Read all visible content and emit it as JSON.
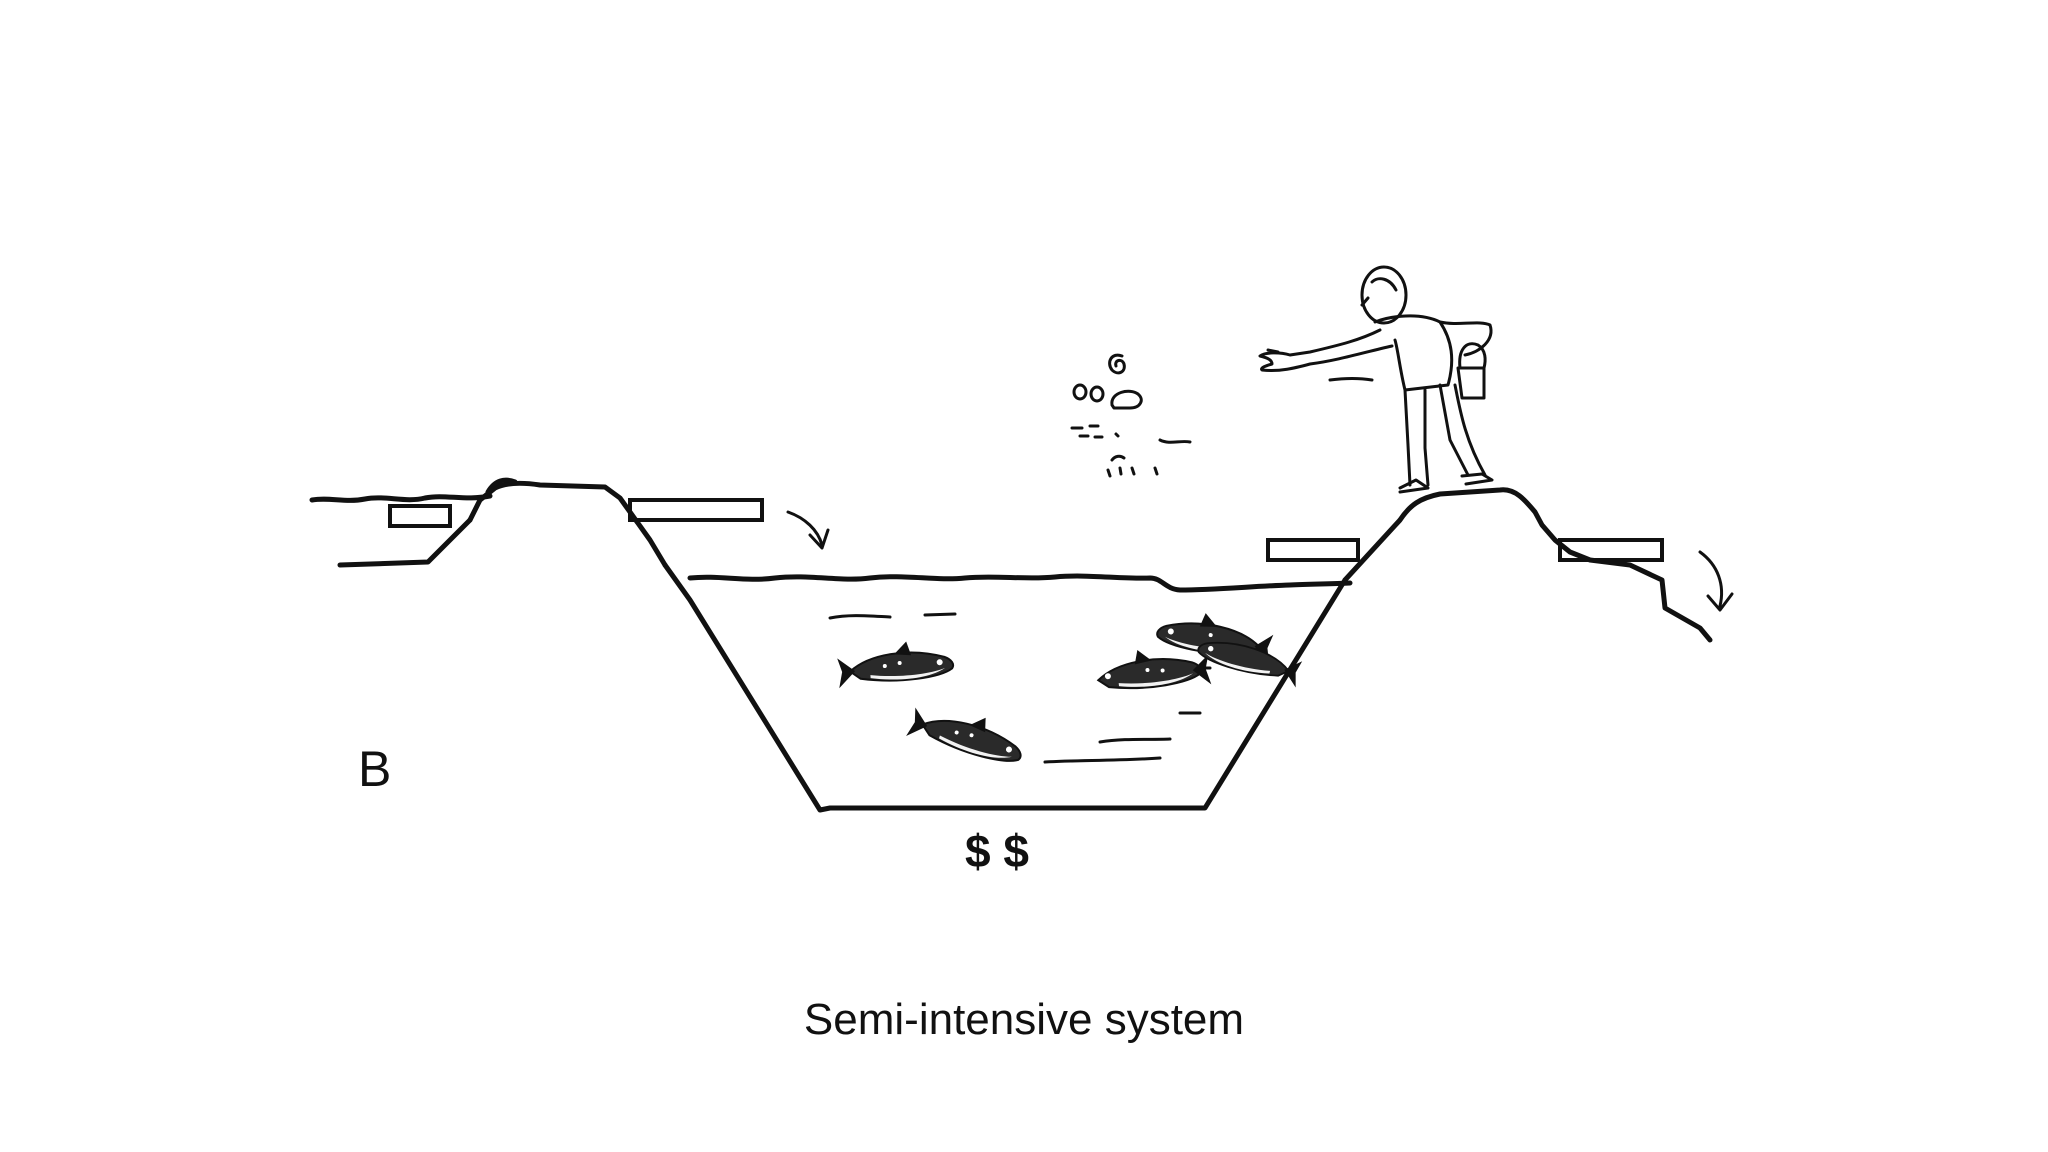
{
  "diagram": {
    "panel_letter": "B",
    "cost_label": "$ $",
    "caption": "Semi-intensive system",
    "elements": [
      "pond",
      "dike-left",
      "dike-right",
      "inlet-pipe",
      "outlet-pipe",
      "fish",
      "feed-pellets",
      "farmer",
      "feed-bucket"
    ],
    "fish_count": 5,
    "ink_color": "#111111",
    "background_color": "#ffffff"
  }
}
